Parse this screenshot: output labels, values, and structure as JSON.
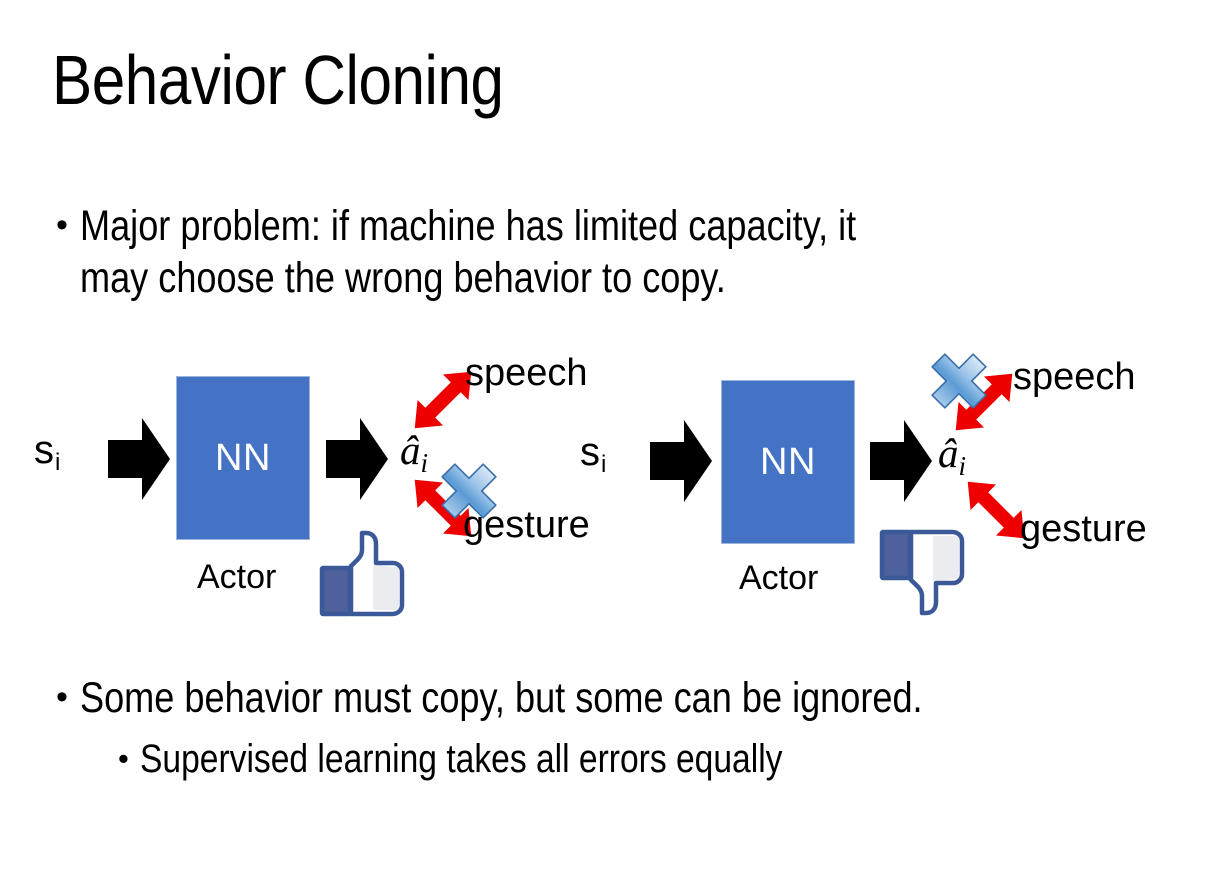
{
  "slide": {
    "title": "Behavior Cloning",
    "background_color": "#FFFFFF"
  },
  "bullets": [
    {
      "marker": "•",
      "level": 1,
      "lines": [
        "Major problem: if machine has limited capacity, it",
        "may choose the wrong behavior to copy."
      ]
    },
    {
      "marker": "•",
      "level": 1,
      "lines": [
        "Some behavior must copy, but some can be ignored."
      ]
    },
    {
      "marker": "•",
      "level": 2,
      "lines": [
        "Supervised learning takes all errors equally"
      ]
    }
  ],
  "diagrams": [
    {
      "id": "left",
      "input_label": "s",
      "input_subscript": "i",
      "box_label": "NN",
      "box_caption": "Actor",
      "box_color": "#4472C4",
      "box_text_color": "#FFFFFF",
      "output_label": "â",
      "output_subscript": "i",
      "branches": [
        {
          "name": "speech",
          "direction": "up-right",
          "crossed_out": false
        },
        {
          "name": "gesture",
          "direction": "down-right",
          "crossed_out": true
        }
      ],
      "verdict_icon": "thumbs-up",
      "verdict_color": "#3B5998",
      "arrow_color": "#EE0000",
      "cross_color": "#5B9BD5"
    },
    {
      "id": "right",
      "input_label": "s",
      "input_subscript": "i",
      "box_label": "NN",
      "box_caption": "Actor",
      "box_color": "#4472C4",
      "box_text_color": "#FFFFFF",
      "output_label": "â",
      "output_subscript": "i",
      "branches": [
        {
          "name": "speech",
          "direction": "up-right",
          "crossed_out": true
        },
        {
          "name": "gesture",
          "direction": "down-right",
          "crossed_out": false
        }
      ],
      "verdict_icon": "thumbs-down",
      "verdict_color": "#3B5998",
      "arrow_color": "#EE0000",
      "cross_color": "#5B9BD5"
    }
  ]
}
